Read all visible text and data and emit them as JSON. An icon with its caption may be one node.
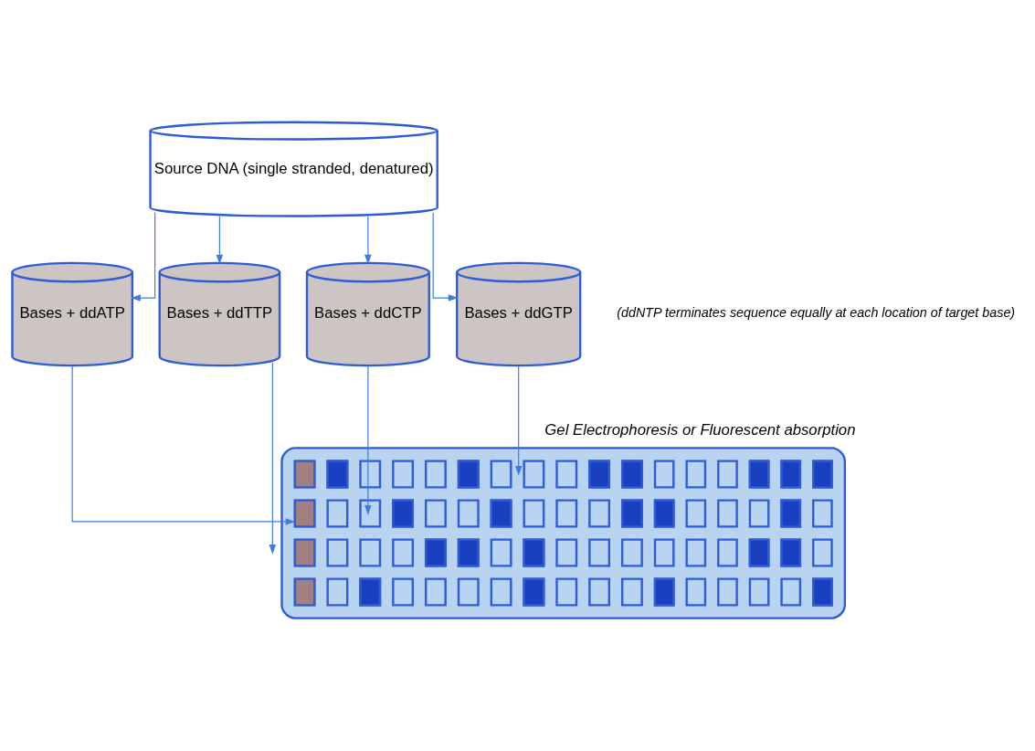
{
  "diagram": {
    "nodes": [
      {
        "text": [
          "Source DNA (single stranded, denatured)"
        ]
      },
      {
        "text": [
          "Bases + ddATP"
        ]
      },
      {
        "text": [
          "Bases + ddTTP"
        ]
      },
      {
        "text": [
          "Bases + ddCTP"
        ]
      },
      {
        "text": [
          "Bases + ddGTP"
        ]
      },
      {
        "text": [
          "Gel Electrophoresis or Fluorescent absorption"
        ]
      }
    ],
    "edges": [
      {
        "from": 0,
        "to": 1,
        "arrow": "to"
      },
      {
        "from": 0,
        "to": 2,
        "arrow": "to"
      },
      {
        "from": 0,
        "to": 3,
        "arrow": "to"
      },
      {
        "from": 0,
        "to": 4,
        "arrow": "to"
      },
      {
        "from": 4,
        "to": 5,
        "arrow": "to"
      },
      {
        "from": 3,
        "to": 5,
        "arrow": "to"
      },
      {
        "from": 2,
        "to": 5,
        "arrow": "to"
      },
      {
        "from": 1,
        "to": 5,
        "arrow": "to"
      }
    ],
    "labels": [
      "(ddNTP terminates sequence equally at each location of target base)"
    ]
  }
}
